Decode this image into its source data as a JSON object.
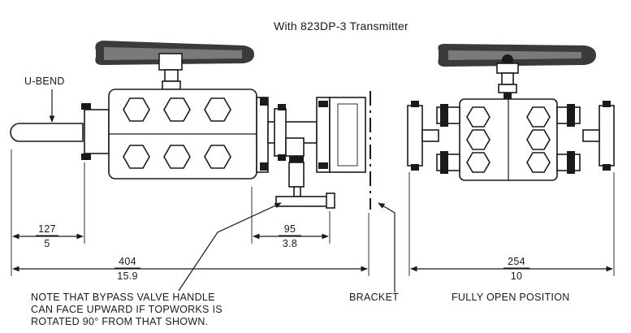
{
  "title": "With 823DP-3 Transmitter",
  "labels": {
    "u_bend": "U-BEND",
    "bracket": "BRACKET",
    "fully_open": "FULLY OPEN POSITION"
  },
  "note": [
    "NOTE THAT BYPASS VALVE HANDLE",
    "CAN FACE UPWARD IF TOPWORKS IS",
    "ROTATED 90° FROM THAT SHOWN."
  ],
  "dimensions": {
    "d127": {
      "mm": "127",
      "in": "5"
    },
    "d95": {
      "mm": "95",
      "in": "3.8"
    },
    "d404": {
      "mm": "404",
      "in": "15.9"
    },
    "d254": {
      "mm": "254",
      "in": "10"
    }
  }
}
